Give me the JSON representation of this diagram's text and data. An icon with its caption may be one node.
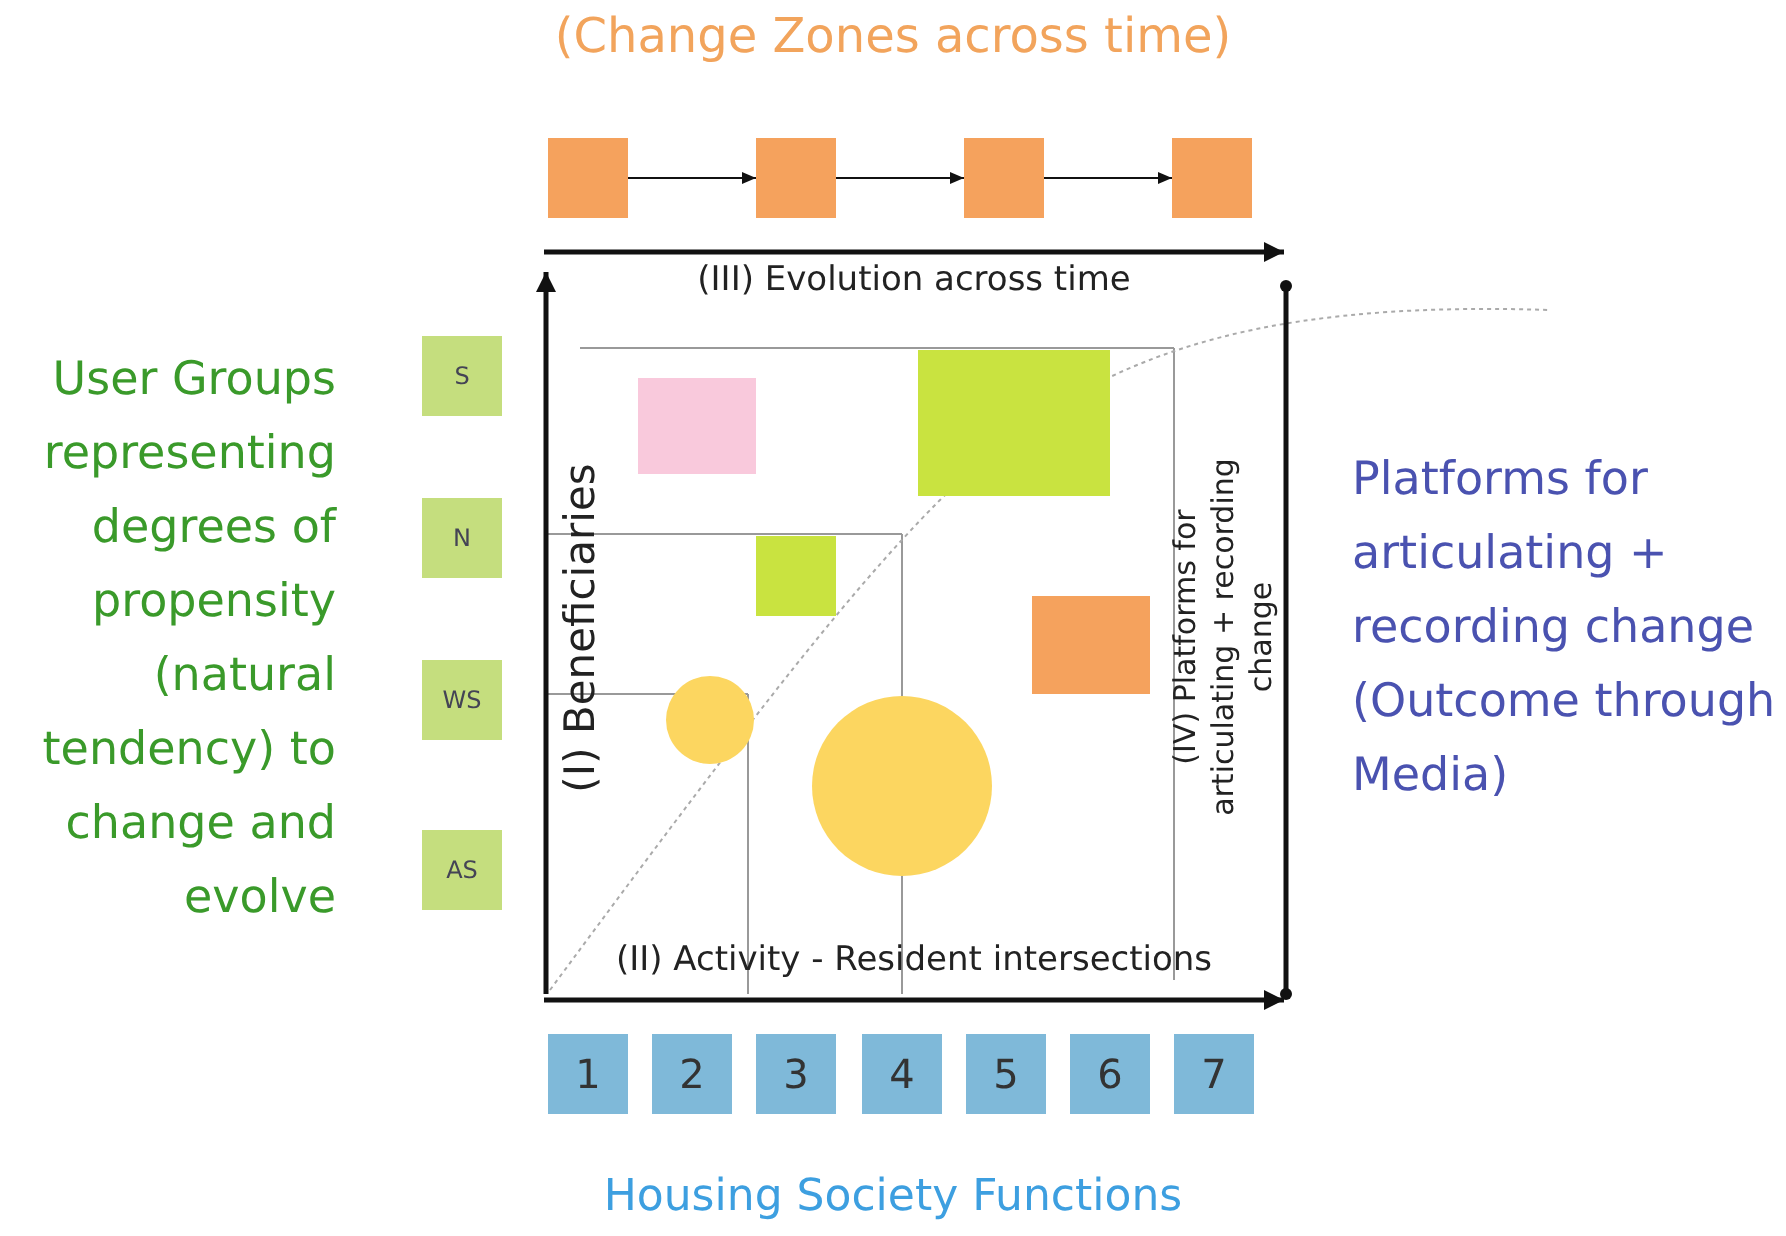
{
  "diagram": {
    "title": "(Change Zones across time)",
    "nodes": [
      {
        "text": [],
        "shape": "box"
      },
      {
        "text": [],
        "shape": "box"
      },
      {
        "text": [],
        "shape": "box"
      },
      {
        "text": [],
        "shape": "box"
      },
      {
        "text": [
          "S"
        ]
      },
      {
        "text": [
          "N"
        ]
      },
      {
        "text": [
          "WS"
        ]
      },
      {
        "text": [
          "AS"
        ]
      },
      {
        "text": [],
        "shape": "box"
      },
      {
        "text": [],
        "shape": "box"
      },
      {
        "text": [],
        "shape": "box"
      },
      {
        "text": [],
        "shape": "box"
      },
      {
        "text": [],
        "shape": "circle"
      },
      {
        "text": [],
        "shape": "circle"
      },
      {
        "text": [
          "1"
        ]
      },
      {
        "text": [
          "2"
        ]
      },
      {
        "text": [
          "3"
        ]
      },
      {
        "text": [
          "4"
        ]
      },
      {
        "text": [
          "5"
        ]
      },
      {
        "text": [
          "6"
        ]
      },
      {
        "text": [
          "7"
        ]
      }
    ],
    "edges": [
      {
        "from": 0,
        "to": 1,
        "arrow": "to"
      },
      {
        "from": 1,
        "to": 2,
        "arrow": "to"
      },
      {
        "from": 2,
        "to": 3,
        "arrow": "to"
      }
    ],
    "labels": [
      "(III) Evolution across time",
      "User Groups representing degrees of propensity (natural tendency) to change and evolve",
      "(I) Beneficiaries",
      "(IV) Platforms for articulating + recording change",
      "Platforms for articulating + recording change (Outcome through Media)",
      "(II) Activity - Resident intersections"
    ],
    "caption": "Housing Society Functions"
  }
}
